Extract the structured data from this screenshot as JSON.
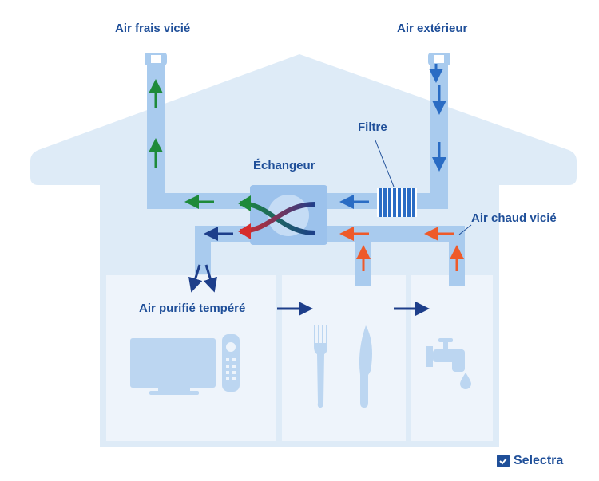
{
  "labels": {
    "air_frais_vicie": "Air frais vicié",
    "air_exterieur": "Air extérieur",
    "filtre": "Filtre",
    "echangeur": "Échangeur",
    "air_chaud_vicie": "Air chaud vicié",
    "air_purifie_tempere": "Air purifié tempéré"
  },
  "brand": {
    "name": "Selectra"
  },
  "colors": {
    "house": "#deebf7",
    "room_fill": "#eef4fb",
    "duct": "#a9cbee",
    "blue_arrow": "#2a6cc4",
    "navy_arrow": "#1d3e8a",
    "green_arrow": "#1e8a3a",
    "red_arrow": "#d62c2c",
    "orange_arrow": "#ee5a2a",
    "text": "#1f4f99"
  },
  "icons": [
    "television-icon",
    "remote-control-icon",
    "fork-icon",
    "knife-icon",
    "faucet-icon",
    "water-drop-icon",
    "filter-icon",
    "heat-exchanger-icon"
  ]
}
